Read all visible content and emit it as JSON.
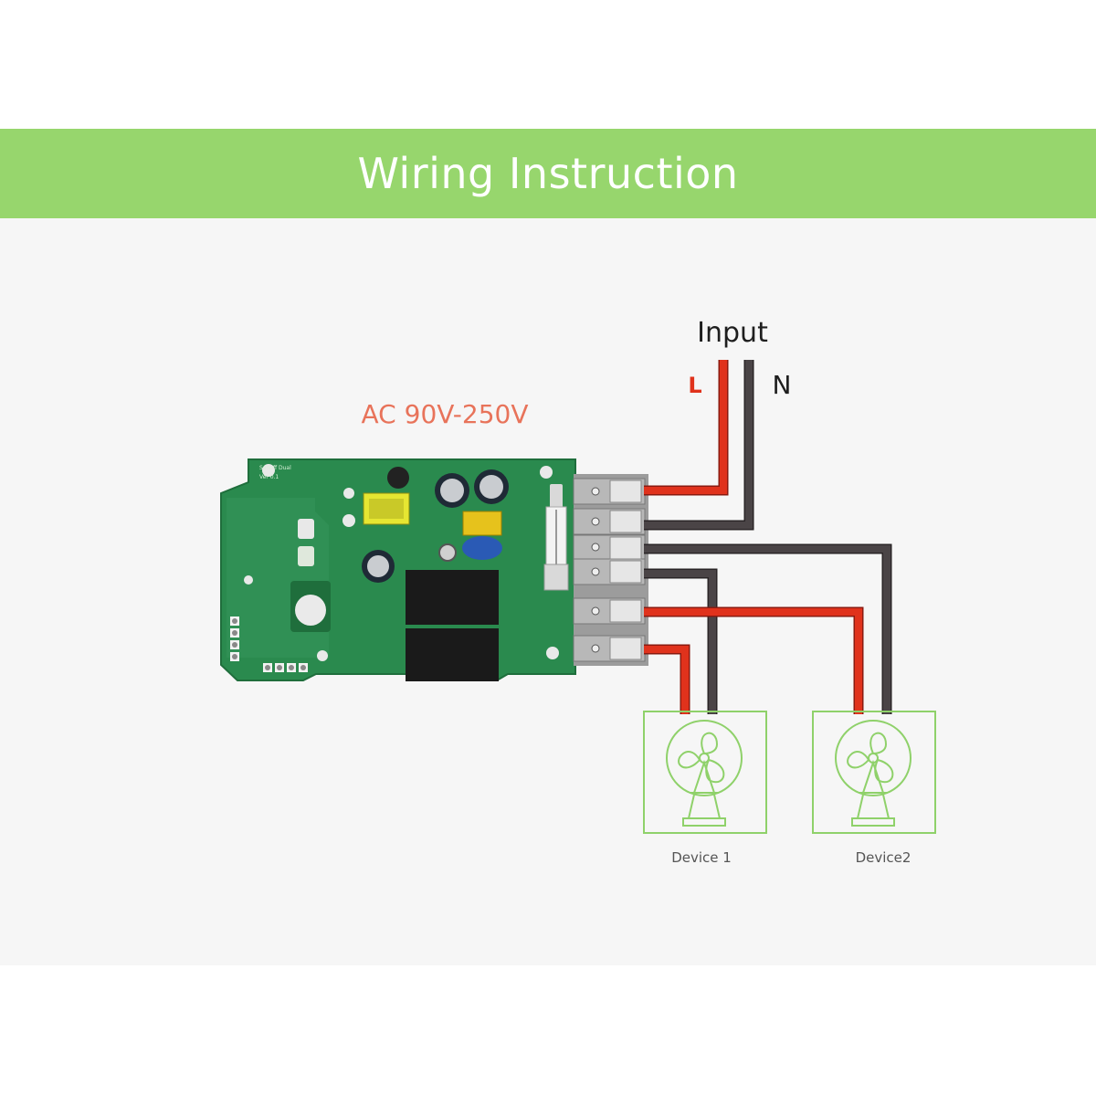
{
  "title": "Wiring Instruction",
  "voltage_label": "AC 90V-250V",
  "input": {
    "label": "Input",
    "live_label": "L",
    "neutral_label": "N"
  },
  "board": {
    "silkscreen_line1": "Sonoff Dual",
    "silkscreen_line2": "Ver 0.1"
  },
  "devices": [
    {
      "label": "Device 1"
    },
    {
      "label": "Device2"
    }
  ],
  "colors": {
    "banner": "#97d66d",
    "background": "#f6f6f6",
    "live_wire": "#e0321c",
    "neutral_wire": "#4a4446",
    "voltage_text": "#e8735a",
    "device_outline": "#8fd16a",
    "pcb": "#2a8a4e"
  }
}
